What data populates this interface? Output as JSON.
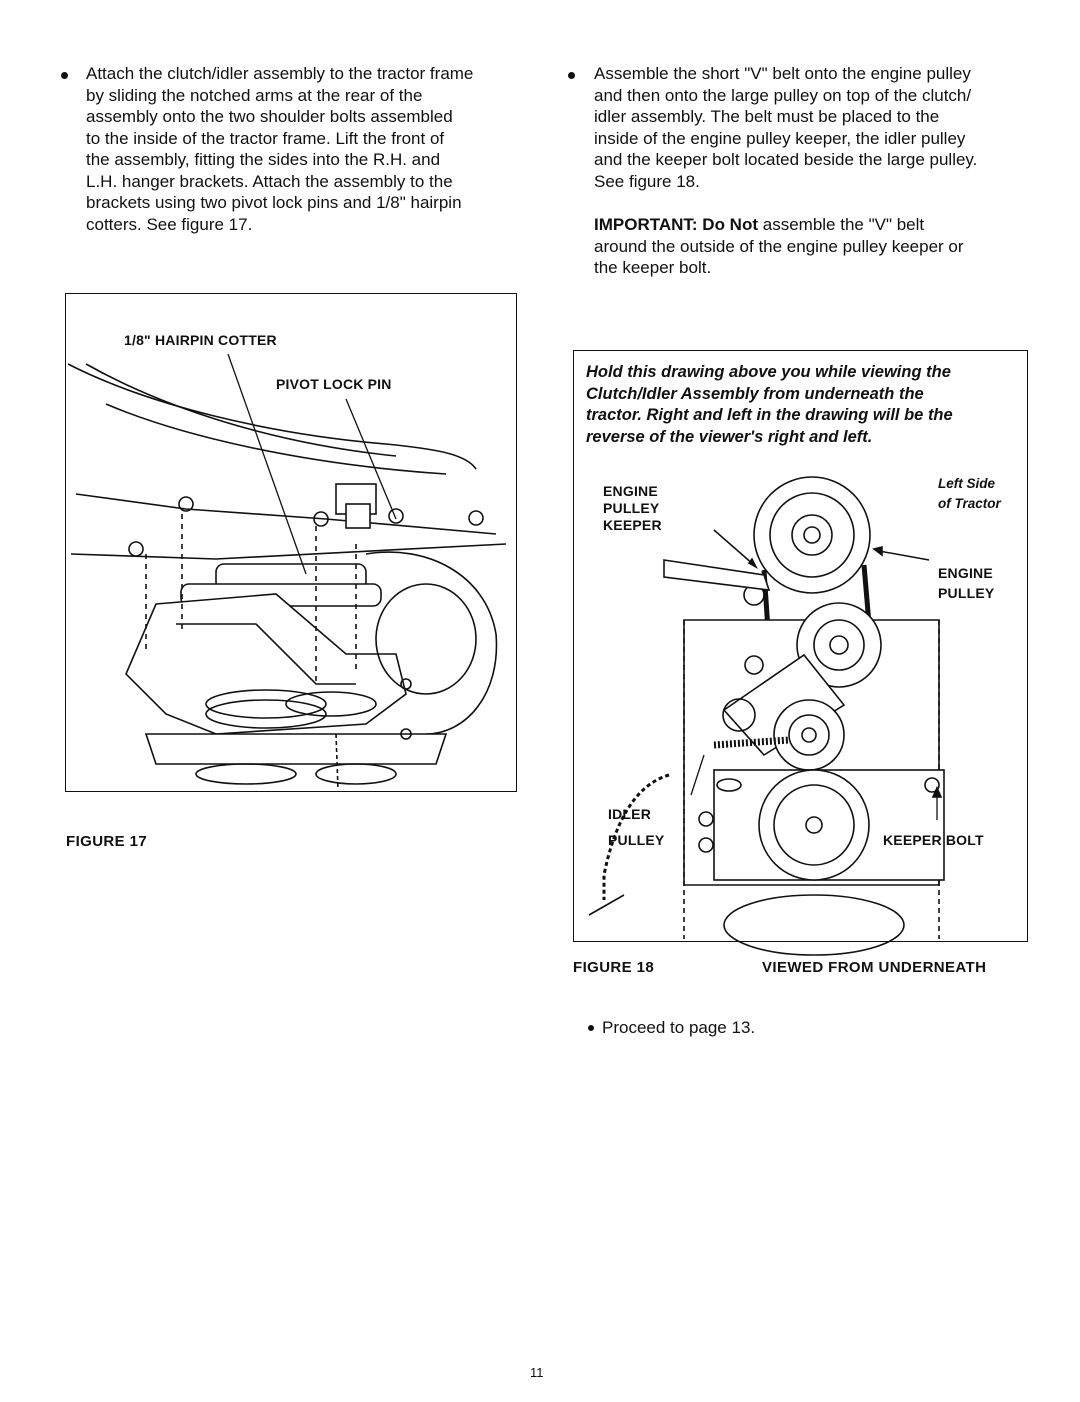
{
  "left_column": {
    "paragraph_lines": [
      "Attach the clutch/idler assembly to the tractor frame",
      "by sliding the notched arms at the rear of the",
      "assembly onto the two shoulder bolts  assembled",
      "to the inside of the tractor frame. Lift the front of",
      "the assembly, fitting the sides into the R.H. and",
      "L.H. hanger brackets. Attach the assembly to the",
      "brackets using two pivot lock pins and 1/8\" hairpin",
      "cotters. See figure 17."
    ]
  },
  "right_column": {
    "paragraph_lines": [
      "Assemble the short \"V\" belt onto the engine pulley",
      "and then onto the large pulley on top of the clutch/",
      "idler assembly. The belt must be placed to the",
      "inside of the engine pulley keeper, the idler pulley",
      "and the keeper bolt located beside the large pulley.",
      "See figure 18."
    ],
    "important_label": "IMPORTANT:",
    "important_emphasis": "Do Not",
    "important_line1_rest": "assemble the \"V\" belt",
    "important_lines": [
      "around the outside of the engine pulley keeper or",
      "the keeper bolt."
    ]
  },
  "figure17": {
    "label_hairpin": "1/8\" HAIRPIN COTTER",
    "label_pivot": "PIVOT LOCK PIN",
    "caption": "FIGURE 17"
  },
  "figure18": {
    "note_lines": [
      "Hold this drawing above you while viewing the",
      "Clutch/Idler Assembly from underneath the",
      "tractor. Right and left in the drawing will be the",
      "reverse of the viewer's right and left."
    ],
    "label_epk": [
      "ENGINE",
      "PULLEY",
      "KEEPER"
    ],
    "label_left_side": [
      "Left Side",
      "of Tractor"
    ],
    "label_engine_pulley": [
      "ENGINE",
      "PULLEY"
    ],
    "label_idler": "IDLER",
    "label_idler_pulley": "PULLEY",
    "label_keeper_bolt": "KEEPER BOLT",
    "caption": "FIGURE 18",
    "caption_right": "VIEWED FROM UNDERNEATH"
  },
  "proceed_text": "Proceed to page 13.",
  "page_number": "11"
}
